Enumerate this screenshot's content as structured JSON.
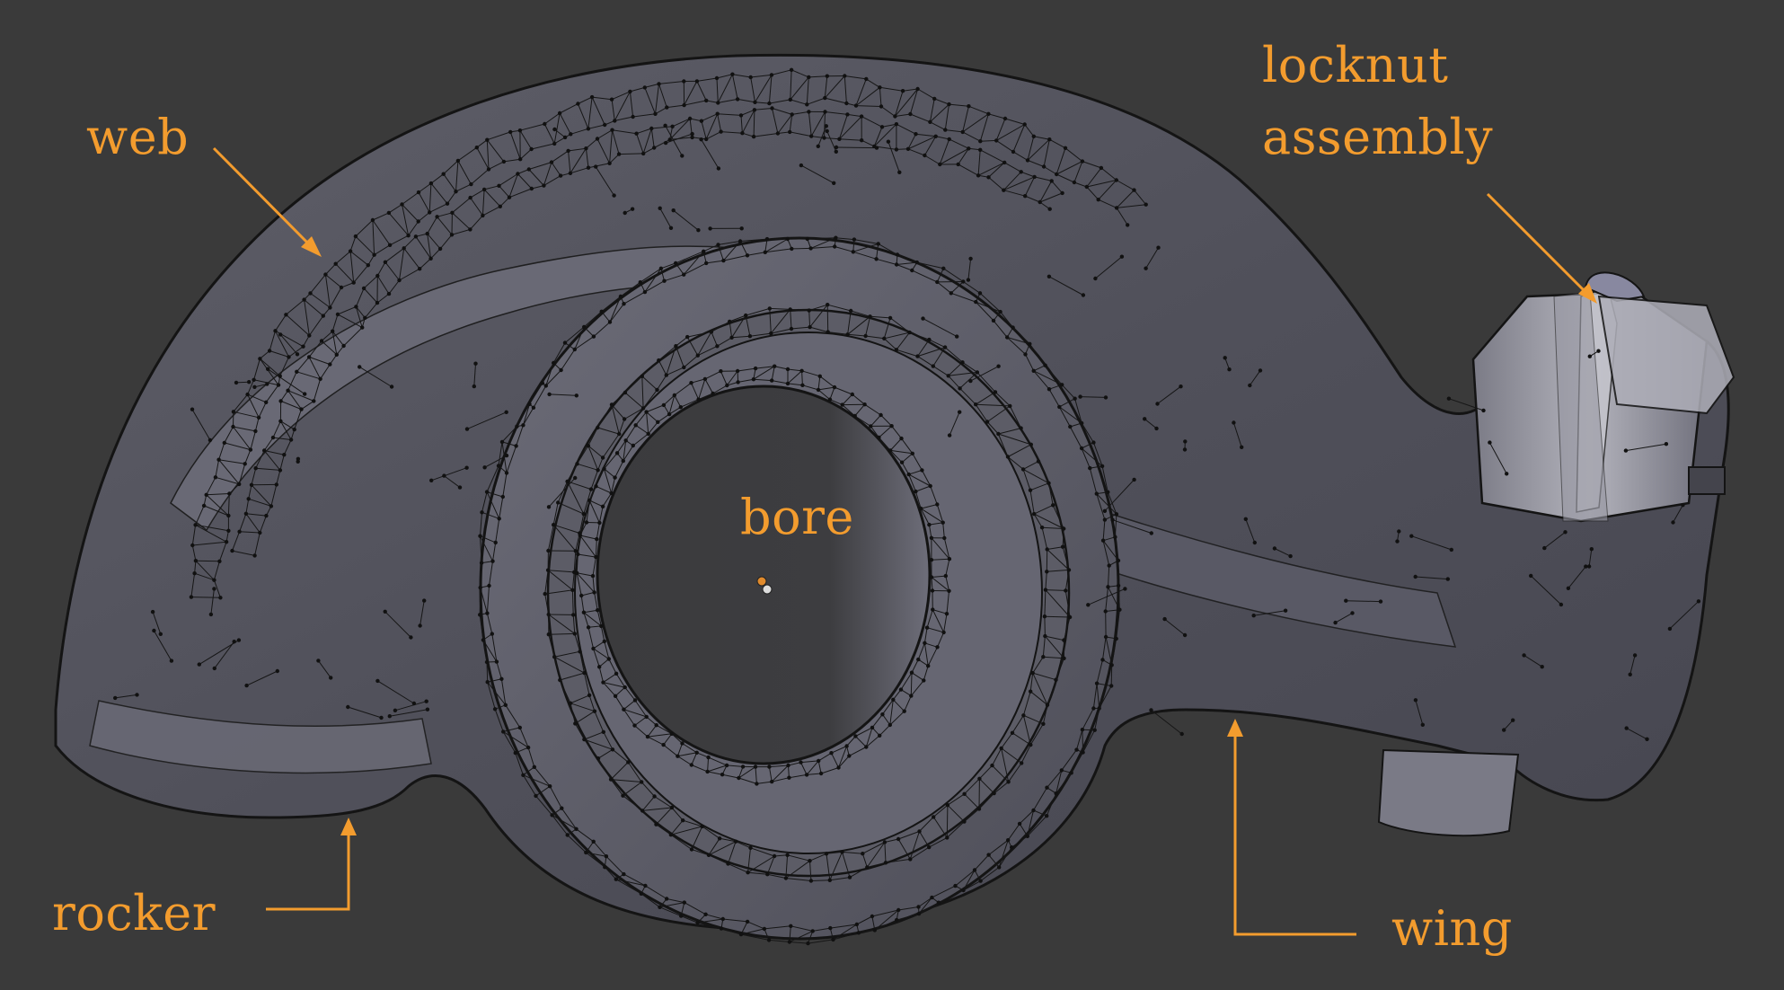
{
  "labels": {
    "web": "web",
    "locknut_line1": "locknut",
    "locknut_line2": "assembly",
    "bore": "bore",
    "rocker": "rocker",
    "wing": "wing"
  },
  "colors": {
    "background": "#3a3a3a",
    "label": "#f39c2e",
    "mesh_fill": "#55555f",
    "mesh_light": "#8a8a96",
    "wire": "#141414"
  }
}
